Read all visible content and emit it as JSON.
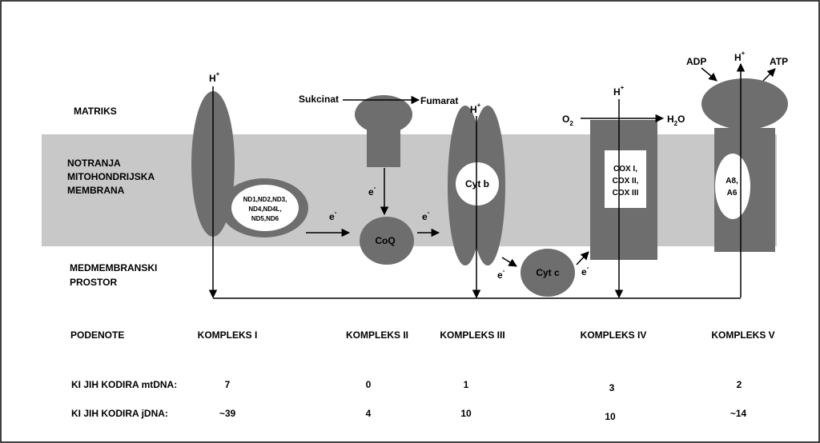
{
  "labels": {
    "matrix": "MATRIKS",
    "membrane_line1": "NOTRANJA",
    "membrane_line2": "MITOHONDRIJSKA",
    "membrane_line3": "MEMBRANA",
    "intermembrane_line1": "MEDMEMBRANSKI",
    "intermembrane_line2": "PROSTOR"
  },
  "symbols": {
    "h": "H",
    "plus": "+",
    "e": "e",
    "minus": "-"
  },
  "complex1": {
    "nd_line1": "ND1,ND2,ND3,",
    "nd_line2": "ND4,ND4L,",
    "nd_line3": "ND5,ND6"
  },
  "complex2": {
    "substrate": "Sukcinat",
    "product": "Fumarat"
  },
  "coq": "CoQ",
  "cytb": "Cyt b",
  "cytc": "Cyt c",
  "complex4": {
    "o2": "O",
    "o2_sub": "2",
    "h2o_h": "H",
    "h2o_sub": "2",
    "h2o_o": "O",
    "cox_line1": "COX I,",
    "cox_line2": "COX II,",
    "cox_line3": "COX III"
  },
  "complex5": {
    "adp": "ADP",
    "atp": "ATP",
    "sub_line1": "A8,",
    "sub_line2": "A6"
  },
  "table": {
    "header": "PODENOTE",
    "row_mt": "KI JIH KODIRA mtDNA:",
    "row_j": "KI JIH KODIRA jDNA:",
    "complexes": [
      {
        "name": "KOMPLEKS I",
        "mt": "7",
        "j": "~39"
      },
      {
        "name": "KOMPLEKS II",
        "mt": "0",
        "j": "4"
      },
      {
        "name": "KOMPLEKS III",
        "mt": "1",
        "j": "10"
      },
      {
        "name": "KOMPLEKS IV",
        "mt": "3",
        "j": "10"
      },
      {
        "name": "KOMPLEKS V",
        "mt": "2",
        "j": "~14"
      }
    ]
  },
  "colors": {
    "membrane": "#c8c8c8",
    "protein": "#6e6e6e",
    "line": "#000000",
    "background": "#ffffff"
  }
}
